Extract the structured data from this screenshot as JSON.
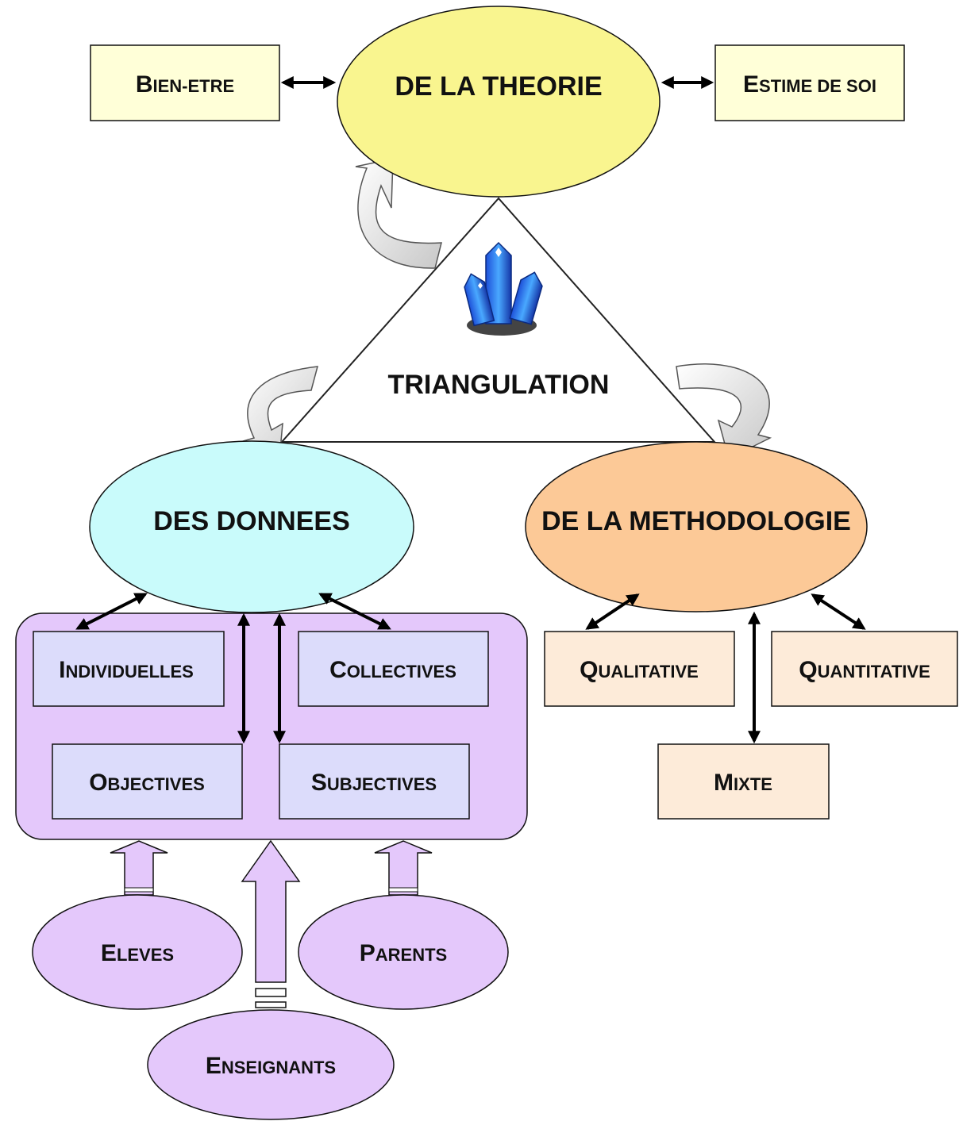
{
  "colors": {
    "theorie": "#f9f58f",
    "donnees": "#c9fbfb",
    "methodologie": "#fcc997",
    "groupe": "#e4c8fb",
    "boite_donnees": "#dcdcfb",
    "boite_methode": "#fdebd9",
    "boite_theorie": "#ffffd8"
  },
  "center": {
    "label": "TRIANGULATION",
    "icon": "crystal-icon"
  },
  "theorie": {
    "label": "DE LA THEORIE",
    "left": {
      "first": "B",
      "rest": "IEN-ETRE"
    },
    "right": {
      "first": "E",
      "rest": "STIME DE SOI"
    }
  },
  "donnees": {
    "label": "DES DONNEES",
    "individuelles": {
      "first": "I",
      "rest": "NDIVIDUELLES"
    },
    "collectives": {
      "first": "C",
      "rest": "OLLECTIVES"
    },
    "objectives": {
      "first": "O",
      "rest": "BJECTIVES"
    },
    "subjectives": {
      "first": "S",
      "rest": "UBJECTIVES"
    }
  },
  "methodologie": {
    "label": "DE LA METHODOLOGIE",
    "qualitative": {
      "first": "Q",
      "rest": "UALITATIVE"
    },
    "quantitative": {
      "first": "Q",
      "rest": "UANTITATIVE"
    },
    "mixte": {
      "first": "M",
      "rest": "IXTE"
    }
  },
  "sources": {
    "eleves": {
      "first": "E",
      "rest": "LEVES"
    },
    "parents": {
      "first": "P",
      "rest": "ARENTS"
    },
    "enseignants": {
      "first": "E",
      "rest": "NSEIGNANTS"
    }
  }
}
